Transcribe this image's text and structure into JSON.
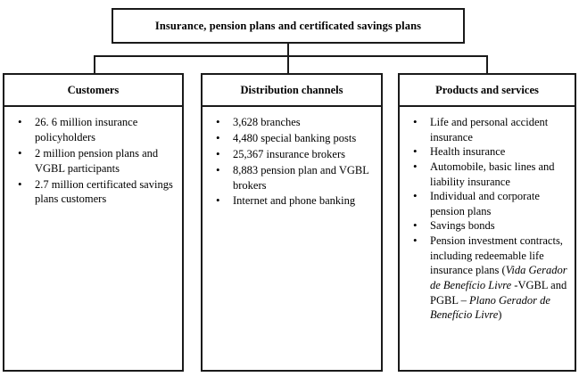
{
  "diagram": {
    "root": {
      "title": "Insurance, pension plans and certificated savings plans"
    },
    "columns": [
      {
        "id": "customers",
        "header": "Customers",
        "items": [
          "26. 6 million insurance policyholders",
          "2 million pension plans and VGBL participants",
          "2.7 million certificated savings plans customers"
        ]
      },
      {
        "id": "distribution-channels",
        "header": "Distribution channels",
        "items": [
          "3,628 branches",
          "4,480 special banking posts",
          "25,367 insurance brokers",
          "8,883 pension plan and VGBL brokers",
          "Internet and phone banking"
        ]
      },
      {
        "id": "products-and-services",
        "header": "Products and services",
        "items": [
          "Life and personal accident insurance",
          "Health insurance",
          "Automobile, basic lines and liability insurance",
          "Individual and corporate pension plans",
          "Savings bonds"
        ],
        "last_item": {
          "part1": "Pension investment contracts, including redeemable life insurance plans (",
          "italic1": "Vida Gerador de Benefício Livre",
          "part2": " -VGBL and PGBL – ",
          "italic2": "Plano Gerador de Benefício Livre",
          "part3": ")"
        }
      }
    ],
    "colors": {
      "line": "#1a1a1a",
      "background": "#ffffff",
      "text": "#000000"
    }
  }
}
